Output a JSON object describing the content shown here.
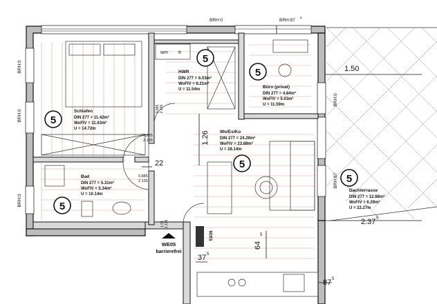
{
  "rooms": {
    "schlafen": {
      "name": "Schlafen",
      "din": "DIN 277 = 11.42m²",
      "wofiv": "WoFlV = 11.63m²",
      "u": "U = 14.72m",
      "badge": "5"
    },
    "hwr": {
      "name": "HWR",
      "din": "DIN 277 = 6.03m²",
      "wofiv": "WoFlV = 6.21m²",
      "u": "U = 11.54m",
      "badge": "5"
    },
    "buero": {
      "name": "Büro (privat)",
      "din": "DIN 277 = 4.84m²",
      "wofiv": "WoFlV = 5.03m²",
      "u": "U = 11.59m",
      "badge": "5"
    },
    "wohnen": {
      "name": "Wo/Es/Ko",
      "din": "DIN 277 = 24.29m²",
      "wofiv": "WoFlV = 23.88m²",
      "u": "U = 28.14m",
      "badge": "5"
    },
    "bad": {
      "name": "Bad",
      "din": "DIN 277 = 5.31m²",
      "wofiv": "WoFlV = 5.34m²",
      "u": "U = 10.14m",
      "badge": "5"
    },
    "terrasse": {
      "name": "Dachterrasse",
      "din": "DIN 277 = 12.68m²",
      "wofiv": "WoFlV = 6.29m²",
      "u": "U = 22.27m",
      "badge": "5"
    }
  },
  "brh": {
    "top_a": "BRH:0",
    "top_b": "BRH:87",
    "top_b_sup": "5",
    "left_1": "BRH:0",
    "left_2": "BRH:0",
    "left_3": "BRH:0",
    "right_1": "BRH:0",
    "right_2": "BRH:87"
  },
  "dimensions": {
    "d_150": "1.50",
    "d_126": "1.26",
    "d_22": "22",
    "d_237": "2.37",
    "d_237_sup": "5",
    "d_375": "37",
    "d_375_sup": "5",
    "d_645": "64",
    "d_645_sup": "5",
    "d_875": "87",
    "d_875_sup": "5",
    "door_1_top": "0.885",
    "door_1_bot": "2.135",
    "door_2_top": "0.885",
    "door_2_bot": "2.135",
    "door_hwr_a": "0.885",
    "door_hwr_b": "2.135",
    "door_small_a": "1.01",
    "door_small_b": "2.135",
    "shaft": "53/26"
  },
  "appliances": {
    "wm": "wm",
    "tr": "tr"
  },
  "entrance": {
    "code": "WE05",
    "note": "barrierefrei"
  }
}
